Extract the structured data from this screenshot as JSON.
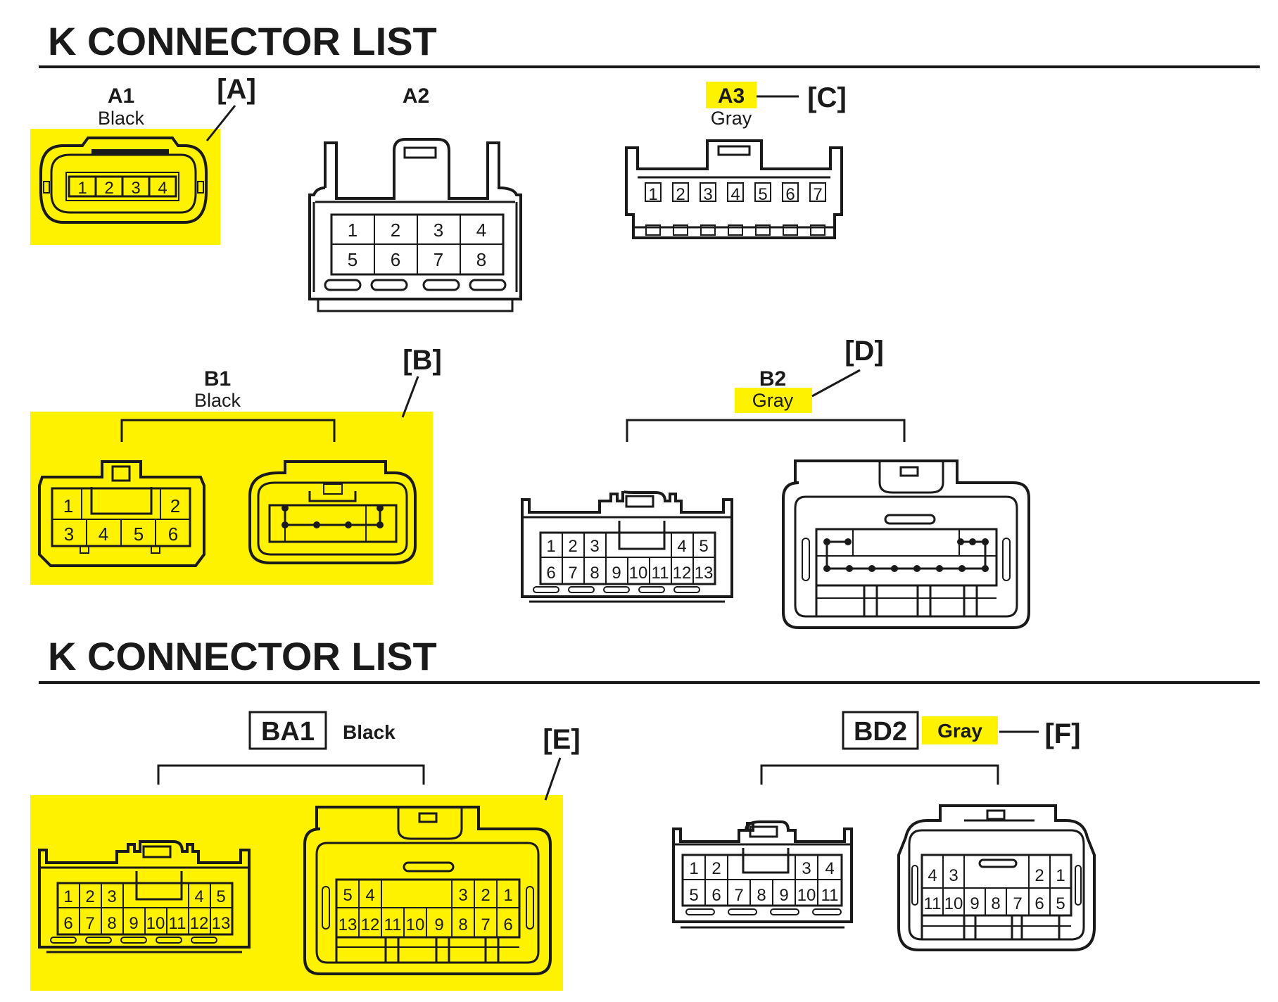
{
  "colors": {
    "highlight": "#fff200",
    "ink": "#1a1a1a"
  },
  "headings": {
    "top": "K  CONNECTOR LIST",
    "bottom": "K  CONNECTOR LIST"
  },
  "a1": {
    "id": "A1",
    "color": "Black",
    "tag": "[A]",
    "pins": [
      "1",
      "2",
      "3",
      "4"
    ]
  },
  "a2": {
    "id": "A2",
    "pins_top": [
      "1",
      "2",
      "3",
      "4"
    ],
    "pins_bottom": [
      "5",
      "6",
      "7",
      "8"
    ]
  },
  "a3": {
    "id": "A3",
    "color": "Gray",
    "tag": "[C]",
    "pins": [
      "1",
      "2",
      "3",
      "4",
      "5",
      "6",
      "7"
    ]
  },
  "b1": {
    "id": "B1",
    "color": "Black",
    "tag": "[B]",
    "pins_top": [
      "1",
      "2"
    ],
    "pins_bottom": [
      "3",
      "4",
      "5",
      "6"
    ]
  },
  "b2": {
    "id": "B2",
    "color": "Gray",
    "tag": "[D]",
    "pins_top_left": [
      "1",
      "2",
      "3"
    ],
    "pins_top_right": [
      "4",
      "5"
    ],
    "pins_bottom": [
      "6",
      "7",
      "8",
      "9",
      "10",
      "11",
      "12",
      "13"
    ]
  },
  "ba1": {
    "id": "BA1",
    "color": "Black",
    "tag": "[E]",
    "male_top_left": [
      "1",
      "2",
      "3"
    ],
    "male_top_right": [
      "4",
      "5"
    ],
    "male_bottom": [
      "6",
      "7",
      "8",
      "9",
      "10",
      "11",
      "12",
      "13"
    ],
    "female_top_left": [
      "5",
      "4"
    ],
    "female_top_right": [
      "3",
      "2",
      "1"
    ],
    "female_bottom": [
      "13",
      "12",
      "11",
      "10",
      "9",
      "8",
      "7",
      "6"
    ]
  },
  "bd2": {
    "id": "BD2",
    "color": "Gray",
    "tag": "[F]",
    "male_top_left": [
      "1",
      "2"
    ],
    "male_top_right": [
      "3",
      "4"
    ],
    "male_bottom": [
      "5",
      "6",
      "7",
      "8",
      "9",
      "10",
      "11"
    ],
    "female_top_left": [
      "4",
      "3"
    ],
    "female_top_right": [
      "2",
      "1"
    ],
    "female_bottom": [
      "11",
      "10",
      "9",
      "8",
      "7",
      "6",
      "5"
    ]
  }
}
